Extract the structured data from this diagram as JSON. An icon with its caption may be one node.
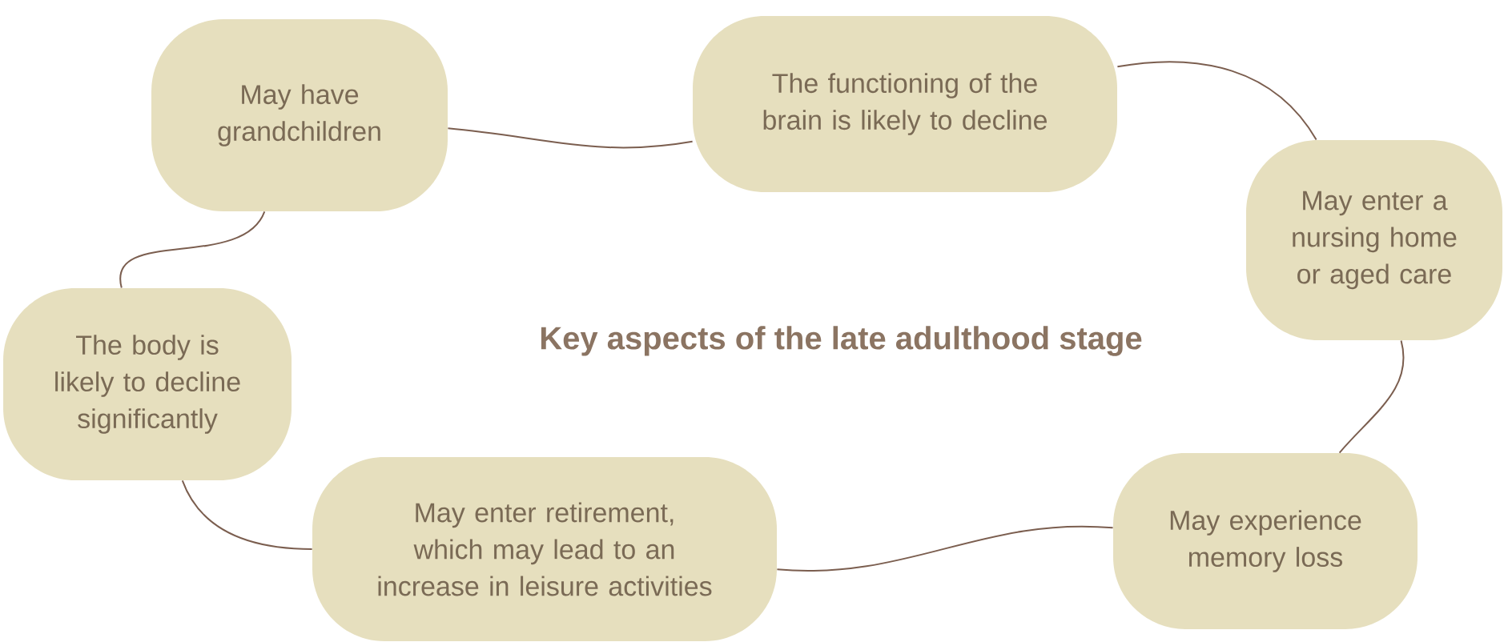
{
  "diagram": {
    "nodes": [
      {
        "text": [
          "May have grandchildren"
        ]
      },
      {
        "text": [
          "The functioning of the brain is likely to decline"
        ]
      },
      {
        "text": [
          "May enter a nursing home or aged care"
        ]
      },
      {
        "text": [
          "May experience memory loss"
        ]
      },
      {
        "text": [
          "May enter retirement, which may lead to an increase in leisure activities"
        ]
      },
      {
        "text": [
          "The body is likely to decline significantly"
        ]
      }
    ],
    "edges": [
      {
        "from": 0,
        "to": 1,
        "arrow": "none"
      },
      {
        "from": 1,
        "to": 2,
        "arrow": "none"
      },
      {
        "from": 2,
        "to": 3,
        "arrow": "none"
      },
      {
        "from": 3,
        "to": 4,
        "arrow": "none"
      },
      {
        "from": 4,
        "to": 5,
        "arrow": "none"
      },
      {
        "from": 5,
        "to": 0,
        "arrow": "none"
      }
    ],
    "labels": [
      "Key aspects of the late adulthood stage"
    ]
  }
}
